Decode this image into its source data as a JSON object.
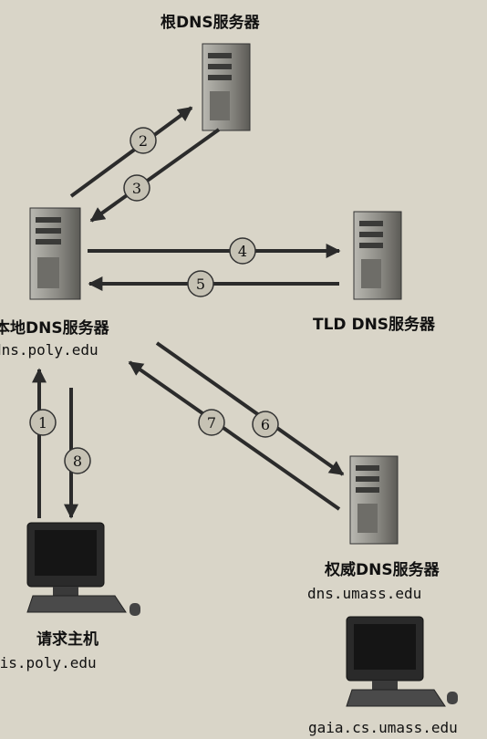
{
  "servers": {
    "root": {
      "label": "根DNS服务器"
    },
    "local": {
      "label": "本地DNS服务器",
      "host": "dns.poly.edu"
    },
    "tld": {
      "label": "TLD DNS服务器"
    },
    "authoritative": {
      "label": "权威DNS服务器",
      "host": "dns.umass.edu"
    }
  },
  "hosts": {
    "requesting": {
      "label": "请求主机",
      "host": "cis.poly.edu"
    },
    "target": {
      "host": "gaia.cs.umass.edu"
    }
  },
  "steps": [
    "1",
    "2",
    "3",
    "4",
    "5",
    "6",
    "7",
    "8"
  ],
  "colors": {
    "background": "#d9d5c8",
    "arrow": "#2b2b2b",
    "server_body": "#8a8a86",
    "server_side": "#5e5e5a",
    "screen": "#1c1c1c"
  }
}
